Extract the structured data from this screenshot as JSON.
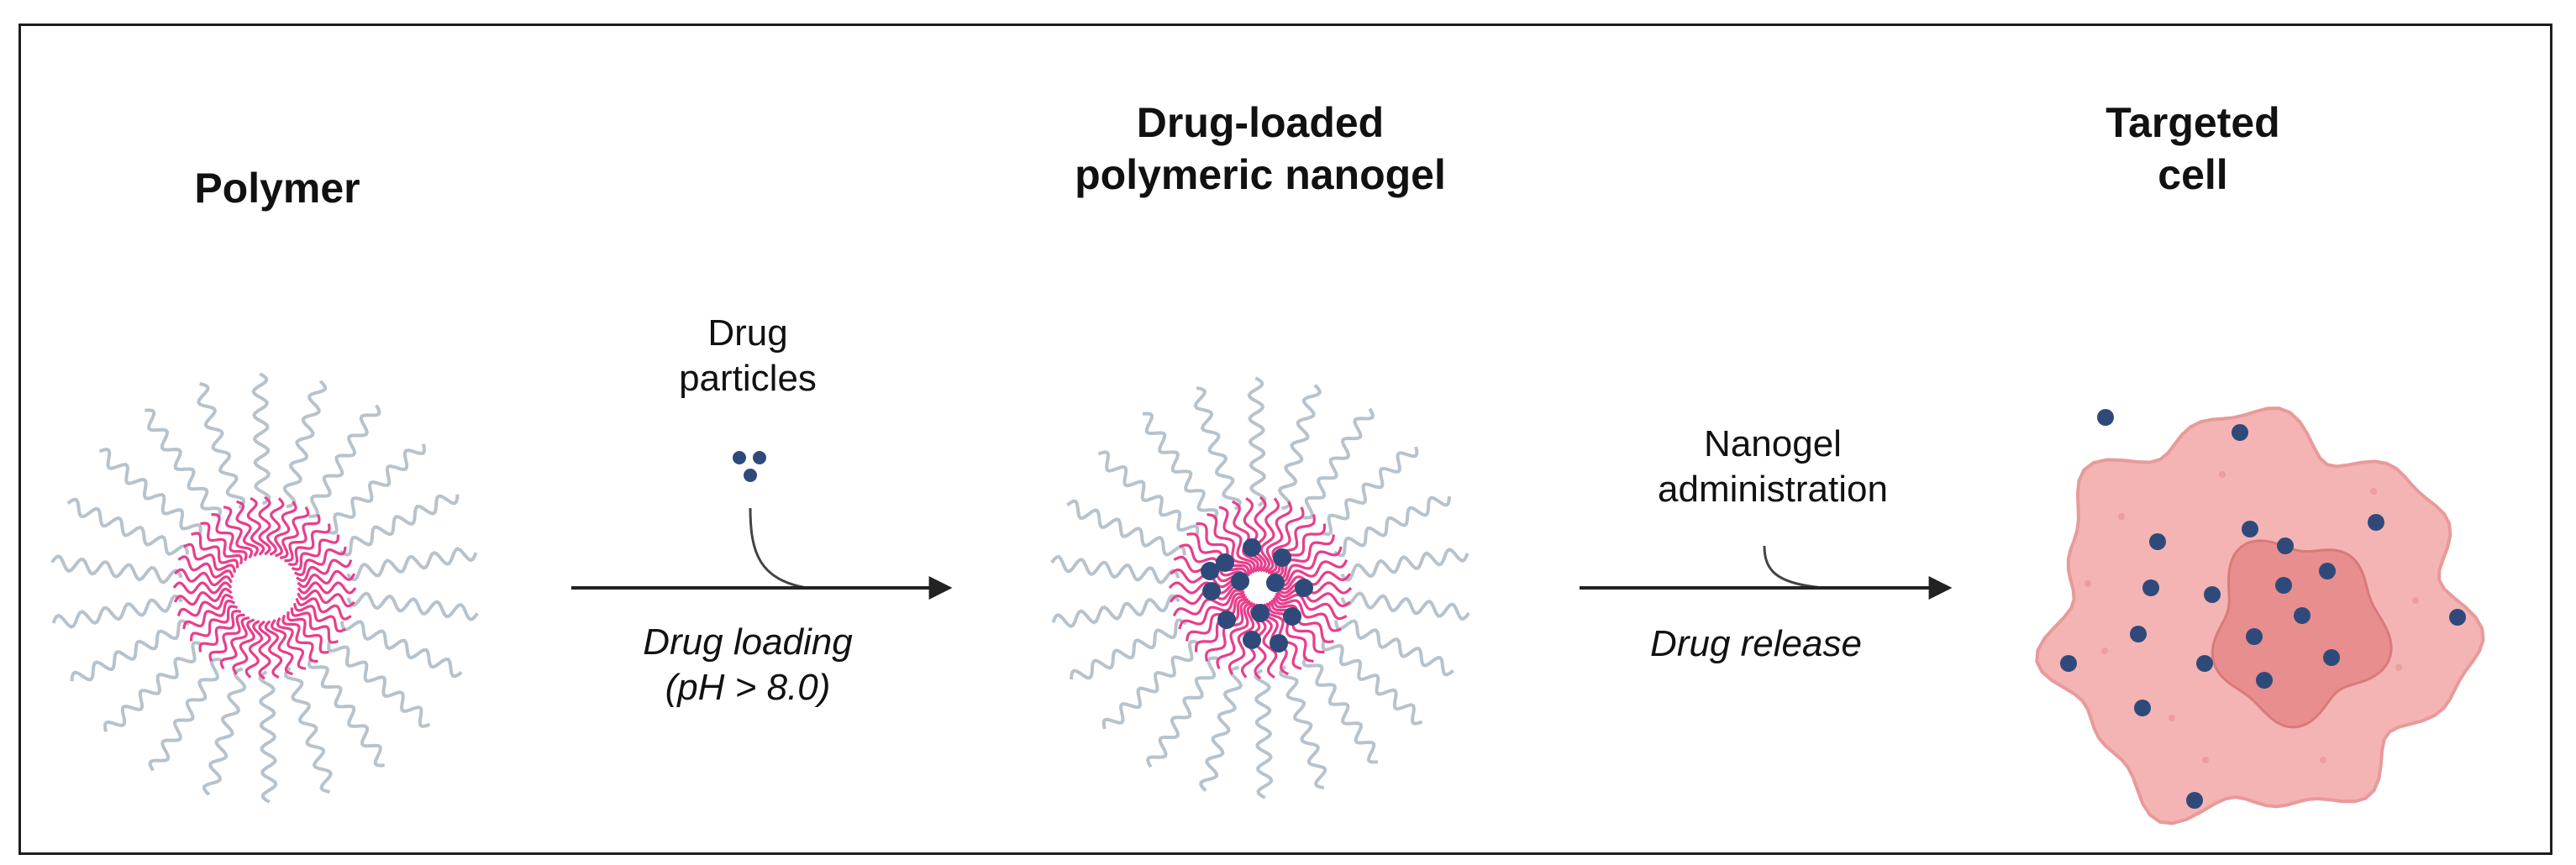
{
  "headings": {
    "polymer": "Polymer",
    "nanogel_line1": "Drug-loaded",
    "nanogel_line2": "polymeric nanogel",
    "cell_line1": "Targeted",
    "cell_line2": "cell"
  },
  "steps": {
    "loading": {
      "input_line1": "Drug",
      "input_line2": "particles",
      "process_line1": "Drug loading",
      "process_line2": "(pH > 8.0)"
    },
    "release": {
      "input_line1": "Nanogel",
      "input_line2": "administration",
      "process": "Drug release"
    }
  },
  "icons": [
    "polymer-micelle-icon",
    "drug-particles-icon",
    "loaded-nanogel-icon",
    "targeted-cell-icon"
  ],
  "colors": {
    "polymer_chain": "#b7c3cc",
    "polymer_core": "#e83e8c",
    "drug_particle": "#2f4a7a",
    "cell_body": "#f4b4b4",
    "cell_nucleus": "#e88e8e",
    "arrow": "#222222"
  }
}
